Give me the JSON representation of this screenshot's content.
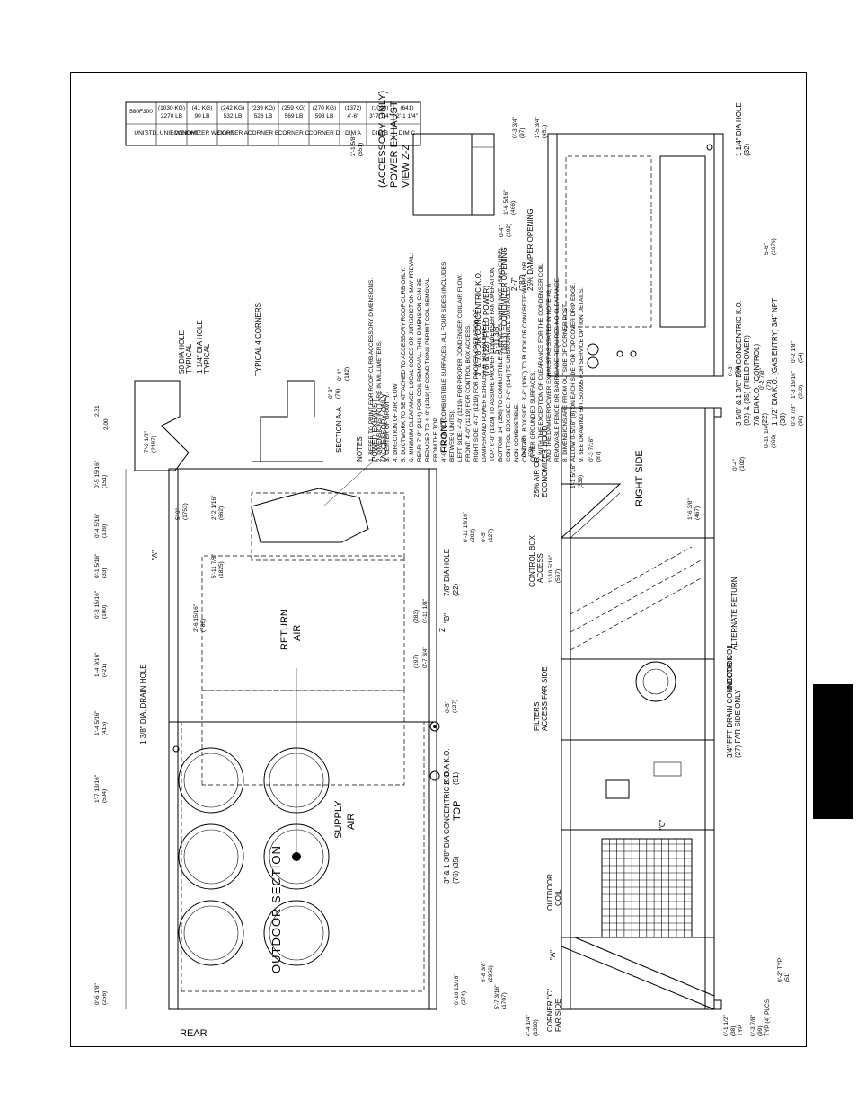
{
  "notes": {
    "heading": "NOTES:",
    "items": [
      "1. REFER TO PRINT FOR ROOF CURB ACCESSORY DIMENSIONS.",
      "2. DIMENSIONS IN ( ) ARE IN MILLIMETERS.",
      "3.        CENTER OF GRAVITY.",
      "4.        DIRECTION OF AIR FLOW.",
      "5. DUCTWORK TO BE ATTACHED TO ACCESSORY ROOF CURB ONLY.",
      "6. MINIMUM CLEARANCE: LOCAL CODES OR JURISDICTION MAY PREVAIL:",
      "   REAR: 7'-0\" (2134) FOR COIL REMOVAL. THIS DIMENSION CAN BE",
      "   REDUCED TO 4'-0\" (1219) IF CONDITIONS PERMIT COIL REMOVAL",
      "   FROM THE TOP.",
      "   4'-0\" (1219) TO COMBUSTIBLE SURFACES, ALL FOUR SIDES (INCLUDES",
      "   BETWEEN UNITS).",
      "   LEFT SIDE: 4'-0\" (1219) FOR PROPER CONDENSER COIL AIR FLOW.",
      "   FRONT: 4'-0\" (1219) FOR CONTROL BOX ACCESS.",
      "   RIGHT SIDE: 4'-0\" (1219) FOR PROPER OPERATION OF",
      "   DAMPER AND POWER EXHAUST IF SO EQUIPPED.",
      "   TOP: 6'-0\" (1829) TO ASSURE PROPER CONDENSER FAN OPERATION.",
      "   BOTTOM: 14\" (356) TO COMBUSTIBLE SURFACES (WHEN NOT USING CURB).",
      "   CONTROL BOX SIDE: 3'-0\" (914) TO UNGROUNDED SURFACES,",
      "   NON-COMBUSTIBLE.",
      "   CONTROL BOX SIDE: 3'-6\" (1067) TO BLOCK OR CONCRETE WALLS, OR",
      "   OTHER GROUNDED SURFACES.",
      "7. WITH THE EXCEPTION OF CLEARANCE FOR THE CONDENSER COIL",
      "   AND THE DAMPER/POWER EXHAUST AS STATED IN NOTE #6, A",
      "   REMOVABLE FENCE OR BARRICADE REQUIRES NO CLEARANCE.",
      "8. DIMENSIONS ARE FROM OUTSIDE OF CORNER POST.",
      "   ALLOW 0'-5/16\" (8) ON EACH SIDE FOR TOP COVER DRIP EDGE.",
      "9. SEE DRAWING 50TJ500995 FOR SERVICE OPTION DETAILS."
    ]
  },
  "weights_table": {
    "headers": [
      "UNIT",
      "STD. UNIT WEIGHT",
      "ECONOMIZER WEIGHT",
      "CORNER A",
      "CORNER B",
      "CORNER C",
      "CORNER D",
      "DIM A",
      "DIM B",
      "DIM C"
    ],
    "row": {
      "unit": "580F300",
      "cells": [
        [
          "2270 LB",
          "(1030 KG)"
        ],
        [
          "90 LB",
          "(41 KG)"
        ],
        [
          "532 LB",
          "(242 KG)"
        ],
        [
          "526 LB",
          "(239 KG)"
        ],
        [
          "569 LB",
          "(259 KG)"
        ],
        [
          "593 LB",
          "(270 KG)"
        ],
        [
          "4'-6\"",
          "(1372)"
        ],
        [
          "3'-7 1/4\"",
          "(1099)"
        ],
        [
          "2'-1 1/4\"",
          "(641)"
        ]
      ]
    }
  },
  "top_view": {
    "rear_label": "REAR",
    "front_label": "FRONT",
    "outdoor_section": "OUTDOOR SECTION",
    "supply_air": [
      "SUPPLY",
      "AIR"
    ],
    "return_air": [
      "RETURN",
      "AIR"
    ],
    "view_label": "TOP",
    "labels": [
      {
        "id": "drain-hole",
        "text": "1 3/8\" DIA. DRAIN HOLE"
      },
      {
        "id": "ko-2",
        "text": "2\" DIA K.O."
      },
      {
        "id": "ko-2-mm",
        "text": "(51)"
      },
      {
        "id": "ko-concentric",
        "text": "3\" & 1 3/8\" DIA CONCENTRIC K.O."
      },
      {
        "id": "ko-concentric-mm",
        "text": "(76)    (35)"
      },
      {
        "id": "hole-78",
        "text": "7/8\" DIA HOLE"
      },
      {
        "id": "hole-78-mm",
        "text": "(22)"
      },
      {
        "id": "mark-a",
        "text": "\"A\""
      },
      {
        "id": "mark-b",
        "text": "\"B\""
      },
      {
        "id": "mark-z",
        "text": "Z"
      },
      {
        "id": "power-exhaust",
        "text": "POWER EXHAUST"
      },
      {
        "id": "power-exhaust-2",
        "text": "(ACCESSORY ONLY)"
      }
    ],
    "dims": [
      "0'-6 1/8\"",
      "(256)",
      "0'-10 13/16\"",
      "(274)",
      "5'-7 3/16\"",
      "(1707)",
      "1'-7 13/16\"",
      "(504)",
      "1'-4 5/16\"",
      "(415)",
      "1'-4 9/16\"",
      "(421)",
      "0'-3 15/16\"",
      "(100)",
      "0'-1 5/16\"",
      "(33)",
      "0'-4 5/16\"",
      "(109)",
      "0'-5 15/16\"",
      "(151)",
      "2'-6 15/16\"",
      "(786)",
      "5'-11 7/8\"",
      "(1825)",
      "2'-2 1/16\"",
      "(662)",
      "5'-9\"",
      "(1753)",
      "7'-2 1/8\"",
      "(2187)",
      "9'-8 3/8\"",
      "(2956)",
      "0'-11 1/8\"",
      "(283)",
      "0'-7 3/4\"",
      "(197)",
      "0'-5\"",
      "(127)",
      "0'-11 15/16\"",
      "(303)",
      "0'-5\"",
      "(127)",
      "0'-2\"",
      "(51)",
      "0'-4\"",
      "(102)"
    ]
  },
  "section_aa": {
    "title": "SECTION A-A",
    "typical": "TYPICAL 4 CORNERS",
    "dia_hole": "50 DIA HOLE",
    "dia_hole_2": "TYPICAL",
    "hole_114": "1 1/4\" DIA HOLE",
    "hole_114_2": "TYPICAL",
    "d1": "2.00",
    "d2": "2.31",
    "d3": "0'-3\"",
    "d3mm": "(76)",
    "d4": "0'-4\"",
    "d4mm": "(102)"
  },
  "side_view": {
    "right_side": "RIGHT SIDE",
    "outdoor_coil": [
      "OUTDOOR",
      "COIL"
    ],
    "filters": [
      "FILTERS",
      "ACCESS FAR SIDE"
    ],
    "control_box": [
      "CONTROL BOX",
      "ACCESS"
    ],
    "air_hood": [
      "25% AIR OR",
      "ECONOMIZER HOOD"
    ],
    "indoor_coil": "INDOOR COIL",
    "alt_return": "ALTERNATE RETURN",
    "fpt_drain": [
      "3/4\" FPT DRAIN CONNECTION",
      "(27)  FAR SIDE ONLY"
    ],
    "corner_c": [
      "CORNER \"C\"",
      "FAR SIDE"
    ],
    "mark_a": "\"A\"",
    "mark_c": "\"C\"",
    "dims": [
      "0'-1 1/2\"",
      "(38)",
      "TYP",
      "0'-3 7/8\"",
      "(99)",
      "TYP (4) PLCS",
      "0'-2\" TYP",
      "(51)",
      "4'-4 1/4\"",
      "(1328)",
      "1'-10 5/16\"",
      "(567)",
      "1'-6 3/8\"",
      "(467)",
      "1'-1 5/16\"",
      "(339)",
      "0'-3 7/16\"",
      "(87)",
      "0'-3 1/8\"",
      "(79)",
      "0'-4\"",
      "(102)"
    ]
  },
  "right_view": {
    "eco_opening": [
      "5'-11 3/8\"",
      "(1813) ECONOMIZER OPENING"
    ],
    "damper_opening": [
      "2'-7\"",
      "(787)",
      "25% DAMPER OPENING"
    ],
    "ko_378": [
      "3\" & 7/8 DIA CONCENTRIC K.O.",
      "(76) & (22) (FIELD POWER)"
    ],
    "ko_358": [
      "3 5/8\" & 1 3/8\" DIA CONCENTRIC K.O.",
      "(92) & (35) (FIELD POWER)"
    ],
    "ko_control": [
      "7/8 DIA K.O. (CONTROL)",
      "(22)"
    ],
    "ko_gas": [
      "1 1/2\" DIA K.O. (GAS ENTRY) 3/4\" NPT",
      "(38)"
    ],
    "hole_114": [
      "1 1/4\" DIA HOLE",
      "(32)"
    ],
    "dims": [
      "0'-3 3/4\"",
      "(97)",
      "1'-5 3/4\"",
      "(451)",
      "5'-6\"",
      "(1676)",
      "0'-3\"",
      "(76)",
      "0'-10 1/4\"",
      "(260)",
      "0'-2 7/8\"",
      "(73)",
      "0'-3 7/8\"",
      "(98)",
      "1'-3 15/16\"",
      "(310)",
      "0'-2 1/8\"",
      "(54)"
    ]
  },
  "view_zz": {
    "title": "VIEW Z-Z",
    "subtitle": "POWER EXHAUST",
    "subtitle2": "(ACCESSORY ONLY)",
    "dims": [
      "2'-1 5/8\"",
      "(651)",
      "1'-6 5/16\"",
      "(466)",
      "0'-4\"",
      "(102)"
    ]
  }
}
